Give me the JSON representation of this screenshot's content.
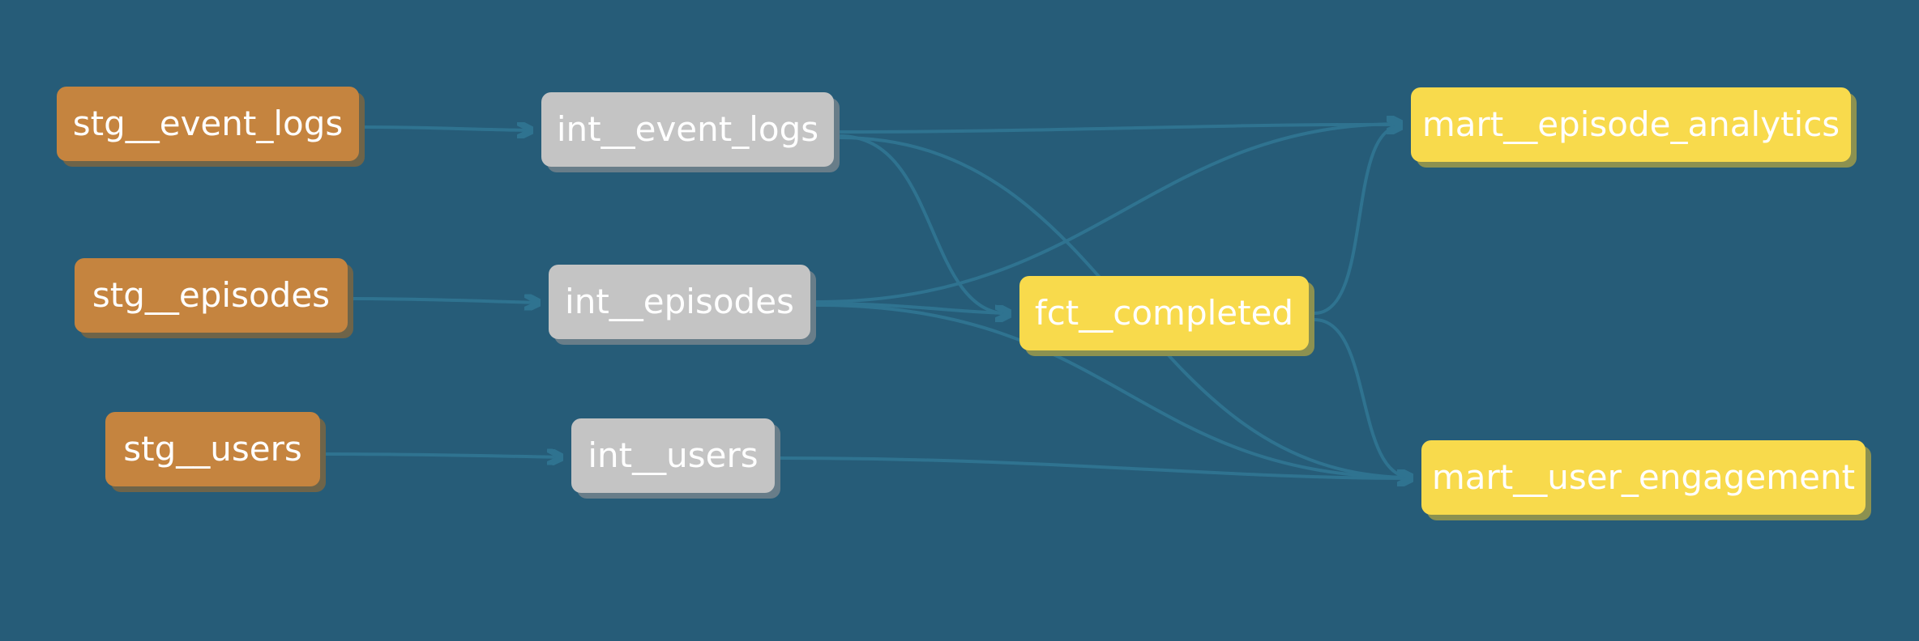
{
  "colors": {
    "background": "#265c78",
    "edge": "#2f7390",
    "staging_node": "#c5843f",
    "intermediate_node": "#c4c4c4",
    "mart_node": "#f8da4c",
    "node_text": "#ffffff"
  },
  "nodes": {
    "stg_event_logs": "stg__event_logs",
    "stg_episodes": "stg__episodes",
    "stg_users": "stg__users",
    "int_event_logs": "int__event_logs",
    "int_episodes": "int__episodes",
    "int_users": "int__users",
    "fct_completed": "fct__completed",
    "mart_episode_analytics": "mart__episode_analytics",
    "mart_user_engagement": "mart__user_engagement"
  },
  "edges": [
    {
      "from": "stg_event_logs",
      "to": "int_event_logs"
    },
    {
      "from": "stg_episodes",
      "to": "int_episodes"
    },
    {
      "from": "stg_users",
      "to": "int_users"
    },
    {
      "from": "int_event_logs",
      "to": "mart_episode_analytics"
    },
    {
      "from": "int_event_logs",
      "to": "fct_completed"
    },
    {
      "from": "int_event_logs",
      "to": "mart_user_engagement"
    },
    {
      "from": "int_episodes",
      "to": "mart_episode_analytics"
    },
    {
      "from": "int_episodes",
      "to": "fct_completed"
    },
    {
      "from": "int_episodes",
      "to": "mart_user_engagement"
    },
    {
      "from": "int_users",
      "to": "mart_user_engagement"
    },
    {
      "from": "fct_completed",
      "to": "mart_episode_analytics"
    },
    {
      "from": "fct_completed",
      "to": "mart_user_engagement"
    }
  ]
}
